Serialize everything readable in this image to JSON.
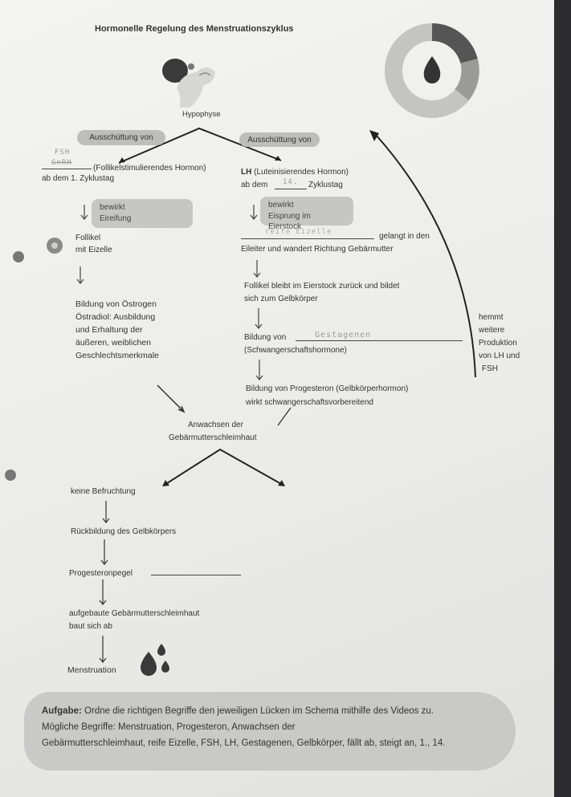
{
  "title": "Hormonelle Regelung des Menstruationszyklus",
  "hypophyse": "Hypophyse",
  "left": {
    "pill": "Ausschüttung von",
    "fill_fsh": "FSH",
    "fill_crossed": "GnRH",
    "hormone": "(Follikelstimulierendes Hormon)",
    "start": "ab dem 1. Zyklustag",
    "bewirkt": "bewirkt",
    "effect": "Eireifung",
    "follikel1": "Follikel",
    "follikel2": "mit Eizelle",
    "oe1": "Bildung von Östrogen",
    "oe2": "Östradiol: Ausbildung",
    "oe3": "und Erhaltung der",
    "oe4": "äußeren, weiblichen",
    "oe5": "Geschlechtsmerkmale"
  },
  "right": {
    "pill": "Ausschüttung von",
    "hormone_bold": "LH",
    "hormone": "(Luteinisierendes Hormon)",
    "start_a": "ab dem",
    "start_fill": "14.",
    "start_b": "Zyklustag",
    "bewirkt": "bewirkt",
    "effect": "Eisprung im Eierstock",
    "fill_egg": "reife Eizelle",
    "egg_a": "gelangt in den",
    "egg_b": "Eileiter und wandert Richtung Gebärmutter",
    "gelb1": "Follikel bleibt im Eierstock zurück und bildet",
    "gelb2": "sich zum Gelbkörper",
    "bild_a": "Bildung von",
    "fill_gest": "Gestagenen",
    "bild_b": "(Schwangerschaftshormone)",
    "prog1": "Bildung von Progesteron (Gelbkörperhormon)",
    "prog2": "wirkt schwangerschaftsvorbereitend"
  },
  "feedback": [
    "hemmt",
    "weitere",
    "Produktion",
    "von LH und",
    "FSH"
  ],
  "center": {
    "a1": "Anwachsen der",
    "a2": "Gebärmutterschleimhaut"
  },
  "bottom": {
    "no_fert": "keine Befruchtung",
    "rueck": "Rückbildung des Gelbkörpers",
    "prog": "Progesteronpegel",
    "aufg1": "aufgebaute Gebärmutterschleimhaut",
    "aufg2": "baut sich ab",
    "mens": "Menstruation"
  },
  "task": {
    "label": "Aufgabe:",
    "text1": "Ordne die richtigen Begriffe den jeweiligen Lücken im Schema mithilfe des Videos zu.",
    "text2": "Mögliche Begriffe: Menstruation, Progesteron, Anwachsen der",
    "text3": "Gebärmutterschleimhaut,  reife Eizelle, FSH, LH, Gestagenen, Gelbkörper, fällt ab, steigt an, 1., 14."
  },
  "colors": {
    "paper": "#ececea",
    "pill": "#bdbdbb",
    "box": "#c6c6c4",
    "ink": "#333333"
  }
}
